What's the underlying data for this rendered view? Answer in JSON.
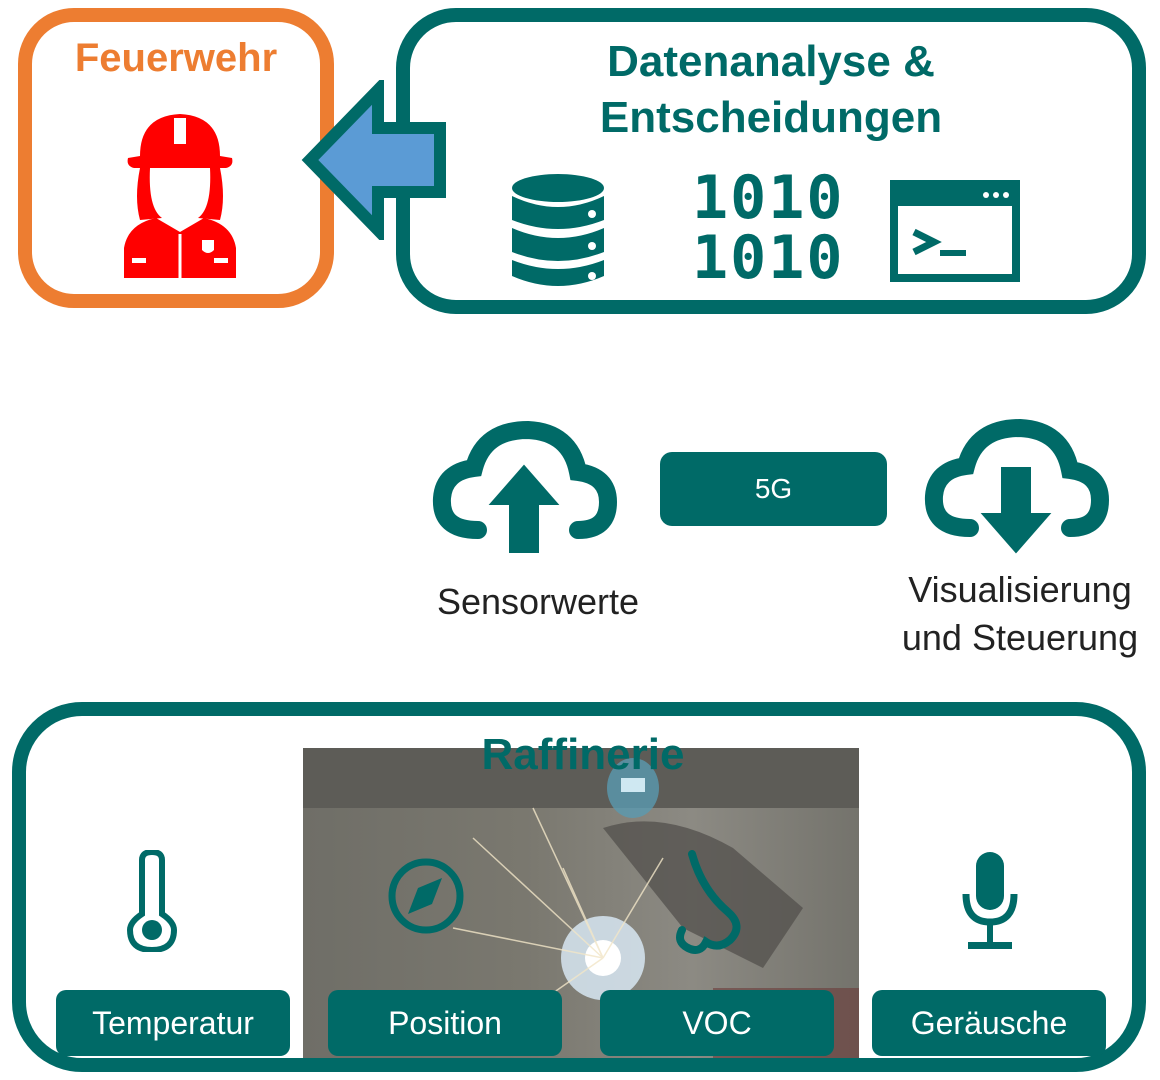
{
  "colors": {
    "teal": "#006A67",
    "orange": "#ED7D31",
    "blue_arrow": "#5B9BD5",
    "firefighter_red": "#FF0000"
  },
  "feuerwehr": {
    "title": "Feuerwehr",
    "icon": "firefighter-icon"
  },
  "datenanalyse": {
    "title_line1": "Datenanalyse &",
    "title_line2": "Entscheidungen",
    "icons": [
      "database-icon",
      "binary-icon",
      "terminal-icon"
    ],
    "binary_line1": "1010",
    "binary_line2": "1010"
  },
  "network": {
    "link_label": "5G",
    "upload_caption": "Sensorwerte",
    "download_caption_line1": "Visualisierung",
    "download_caption_line2": "und Steuerung"
  },
  "raffinerie": {
    "title": "Raffinerie",
    "background_image": "welder-photo",
    "sensors": [
      {
        "label": "Temperatur",
        "icon": "thermometer-icon"
      },
      {
        "label": "Position",
        "icon": "compass-icon"
      },
      {
        "label": "VOC",
        "icon": "nose-icon"
      },
      {
        "label": "Geräusche",
        "icon": "microphone-icon"
      }
    ]
  }
}
